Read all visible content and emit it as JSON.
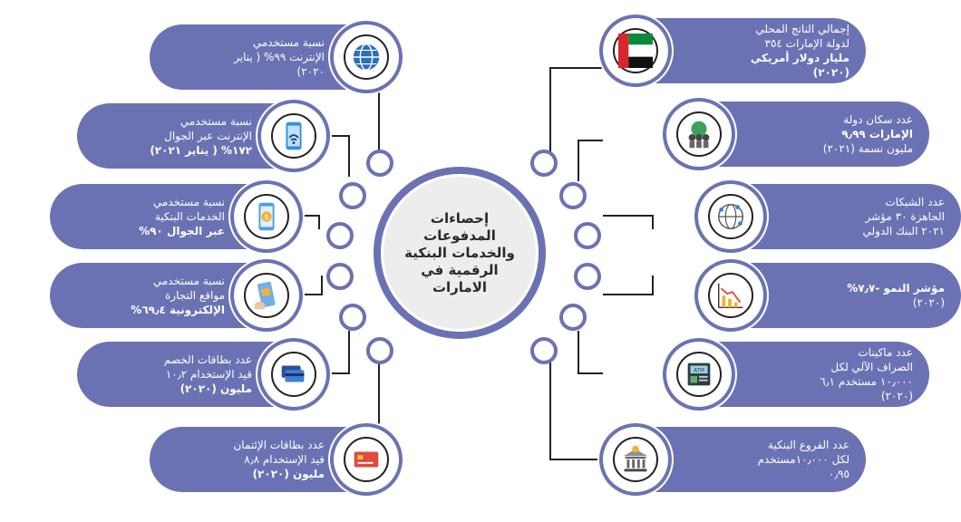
{
  "center": {
    "title": "إحصاءات المدفوعات والخدمات البنكية الرقمية في الامارات"
  },
  "left_items": [
    {
      "lines": [
        "نسبة مستخدمي",
        "الإنترنت ٩٩% ( يناير",
        "٢٠٢٠)"
      ],
      "icon": "globe-icon"
    },
    {
      "lines": [
        "نسبة مستخدمي",
        "الإنترنت عبر الجوال",
        "١٧٢% ( يناير ٢٠٢١)"
      ],
      "icon": "mobile-wifi-icon"
    },
    {
      "lines": [
        "نسبة مستخدمي",
        "الخدمات البنكية",
        "عبر الجوال ٩٠%"
      ],
      "icon": "mobile-payment-icon"
    },
    {
      "lines": [
        "نسبة مستخدمي",
        "مواقع التجارة",
        "الإلكترونية ٦٩٫٤%"
      ],
      "icon": "ecommerce-icon"
    },
    {
      "lines": [
        "عدد بطاقات الخصم",
        "قيد الإستخدام ١٠٫٢",
        "مليون (٢٠٢٠)"
      ],
      "icon": "debit-cards-icon"
    },
    {
      "lines": [
        "عدد بطاقات الإئتمان",
        "قيد الإستخدام ٨٫٨",
        "مليون (٢٠٢٠)"
      ],
      "icon": "credit-card-icon"
    }
  ],
  "right_items": [
    {
      "lines": [
        "إجمالي الناتج المحلي",
        "لدولة الإمارات ٣٥٤",
        "مليار دولار أمريكي",
        "(٢٠٢٠)"
      ],
      "icon": "uae-flag-icon"
    },
    {
      "lines": [
        "عدد سكان دولة",
        "الإمارات ٩٫٩٩",
        "مليون نسمة (٢٠٢١)"
      ],
      "icon": "population-icon"
    },
    {
      "lines": [
        "عدد الشبكات",
        "الجاهزة ٣٠ مؤشر",
        "٢٠٢١ البنك الدولي"
      ],
      "icon": "network-icon"
    },
    {
      "lines": [
        "مؤشر النمو -٧٫٧%",
        "(٢٠٢٠)"
      ],
      "icon": "growth-chart-icon"
    },
    {
      "lines": [
        "عدد ماكينات",
        "الصراف الآلي لكل",
        "١٠٫٠٠٠ مستخدم ٦٫١",
        "(٢٠٢٠)"
      ],
      "icon": "atm-icon"
    },
    {
      "lines": [
        "عدد الفروع البنكية",
        "لكل ١٠٫٠٠٠مستخدم",
        "٠٫٩٥"
      ],
      "icon": "bank-icon"
    }
  ],
  "colors": {
    "pill": "#6b72b4",
    "center_bg": "#ededed",
    "connector": "#222222"
  }
}
